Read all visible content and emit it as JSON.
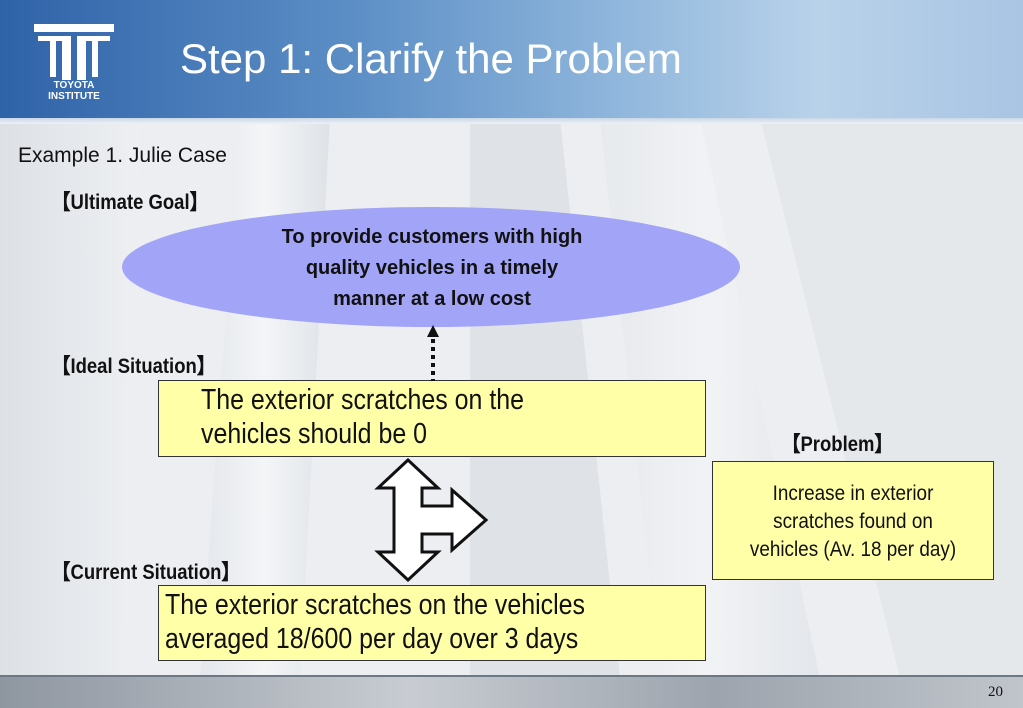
{
  "header": {
    "logo_text_line1": "TOYOTA",
    "logo_text_line2": "INSTITUTE",
    "title": "Step 1: Clarify the Problem"
  },
  "subtitle": "Example 1. Julie Case",
  "sections": {
    "ultimate_goal_label": "【Ultimate Goal】",
    "ideal_situation_label": "【Ideal Situation】",
    "current_situation_label": "【Current Situation】",
    "problem_label": "【Problem】"
  },
  "ultimate_goal_text": {
    "line1": "To provide customers with high",
    "line2": "quality vehicles in a timely",
    "line3": "manner at a low cost"
  },
  "ideal_situation_text": {
    "line1": "The exterior scratches on the",
    "line2": "vehicles should be 0"
  },
  "current_situation_text": {
    "line1": "The exterior scratches on the vehicles",
    "line2": "averaged 18/600 per day over 3 days"
  },
  "problem_text": {
    "line1": "Increase in exterior",
    "line2": "scratches found on",
    "line3": "vehicles (Av. 18 per day)"
  },
  "page_number": "20",
  "colors": {
    "ellipse": "#a2a4f7",
    "box_fill": "#ffffa8",
    "header_blue": "#2f63a8"
  }
}
